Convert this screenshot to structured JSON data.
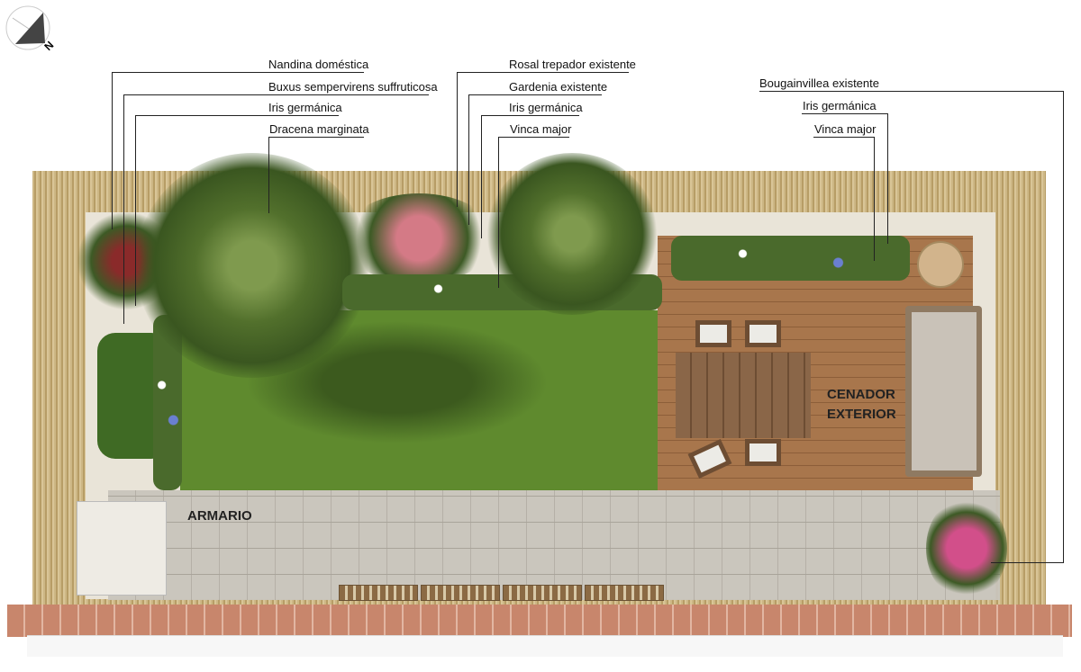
{
  "compass": {
    "north_label": "N"
  },
  "labels_left": [
    "Nandina doméstica",
    "Buxus sempervirens suffruticosa",
    "Iris germánica",
    "Dracena marginata"
  ],
  "labels_center": [
    "Rosal trepador existente",
    "Gardenia existente",
    "Iris germánica",
    "Vinca major"
  ],
  "labels_right": [
    "Bougainvillea existente",
    "Iris germánica",
    "Vinca major"
  ],
  "areas": {
    "gazebo_line1": "CENADOR",
    "gazebo_line2": "EXTERIOR",
    "cabinet": "ARMARIO"
  }
}
